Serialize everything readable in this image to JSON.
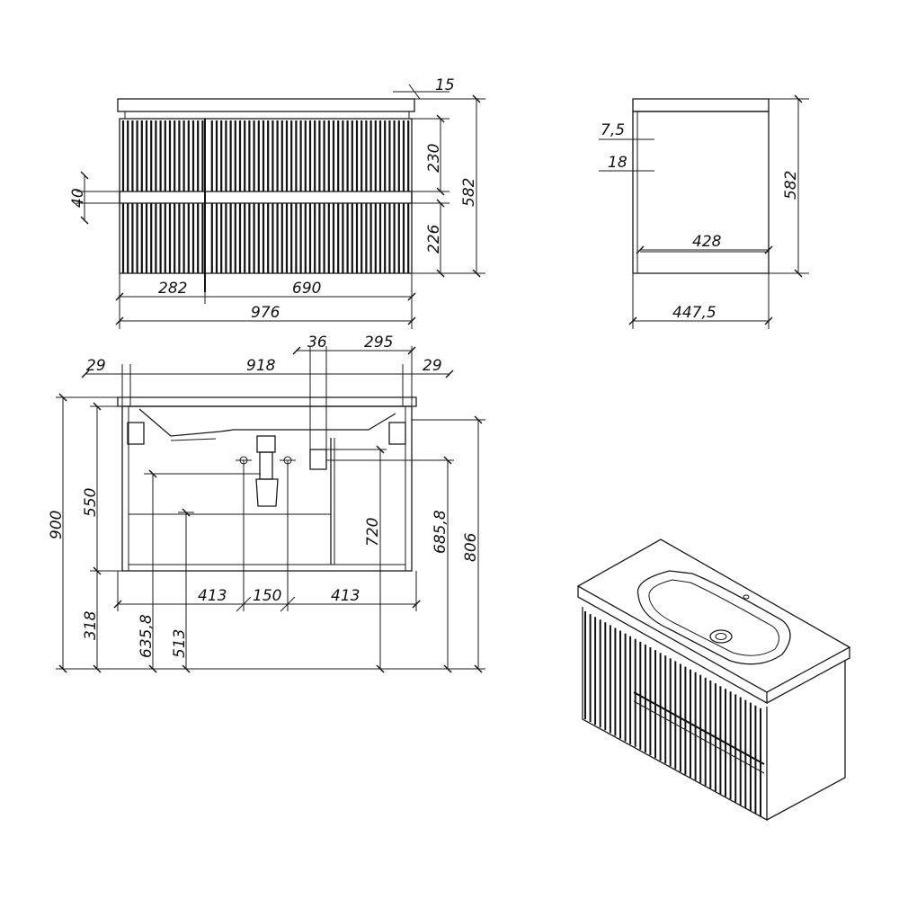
{
  "colors": {
    "ink": "#111111",
    "background": "#ffffff"
  },
  "front_view": {
    "d15": "15",
    "d230": "230",
    "d40": "40",
    "d226": "226",
    "d582": "582",
    "d282": "282",
    "d690": "690",
    "d976": "976"
  },
  "side_view": {
    "d7_5": "7,5",
    "d18": "18",
    "d582": "582",
    "d428": "428",
    "d447_5": "447,5"
  },
  "back_view": {
    "d36": "36",
    "d295": "295",
    "d29_left": "29",
    "d918": "918",
    "d29_right": "29",
    "d900": "900",
    "d550": "550",
    "d318": "318",
    "d635_8": "635,8",
    "d513": "513",
    "d413_left": "413",
    "d150": "150",
    "d413_right": "413",
    "d720": "720",
    "d685_8": "685,8",
    "d806": "806"
  }
}
